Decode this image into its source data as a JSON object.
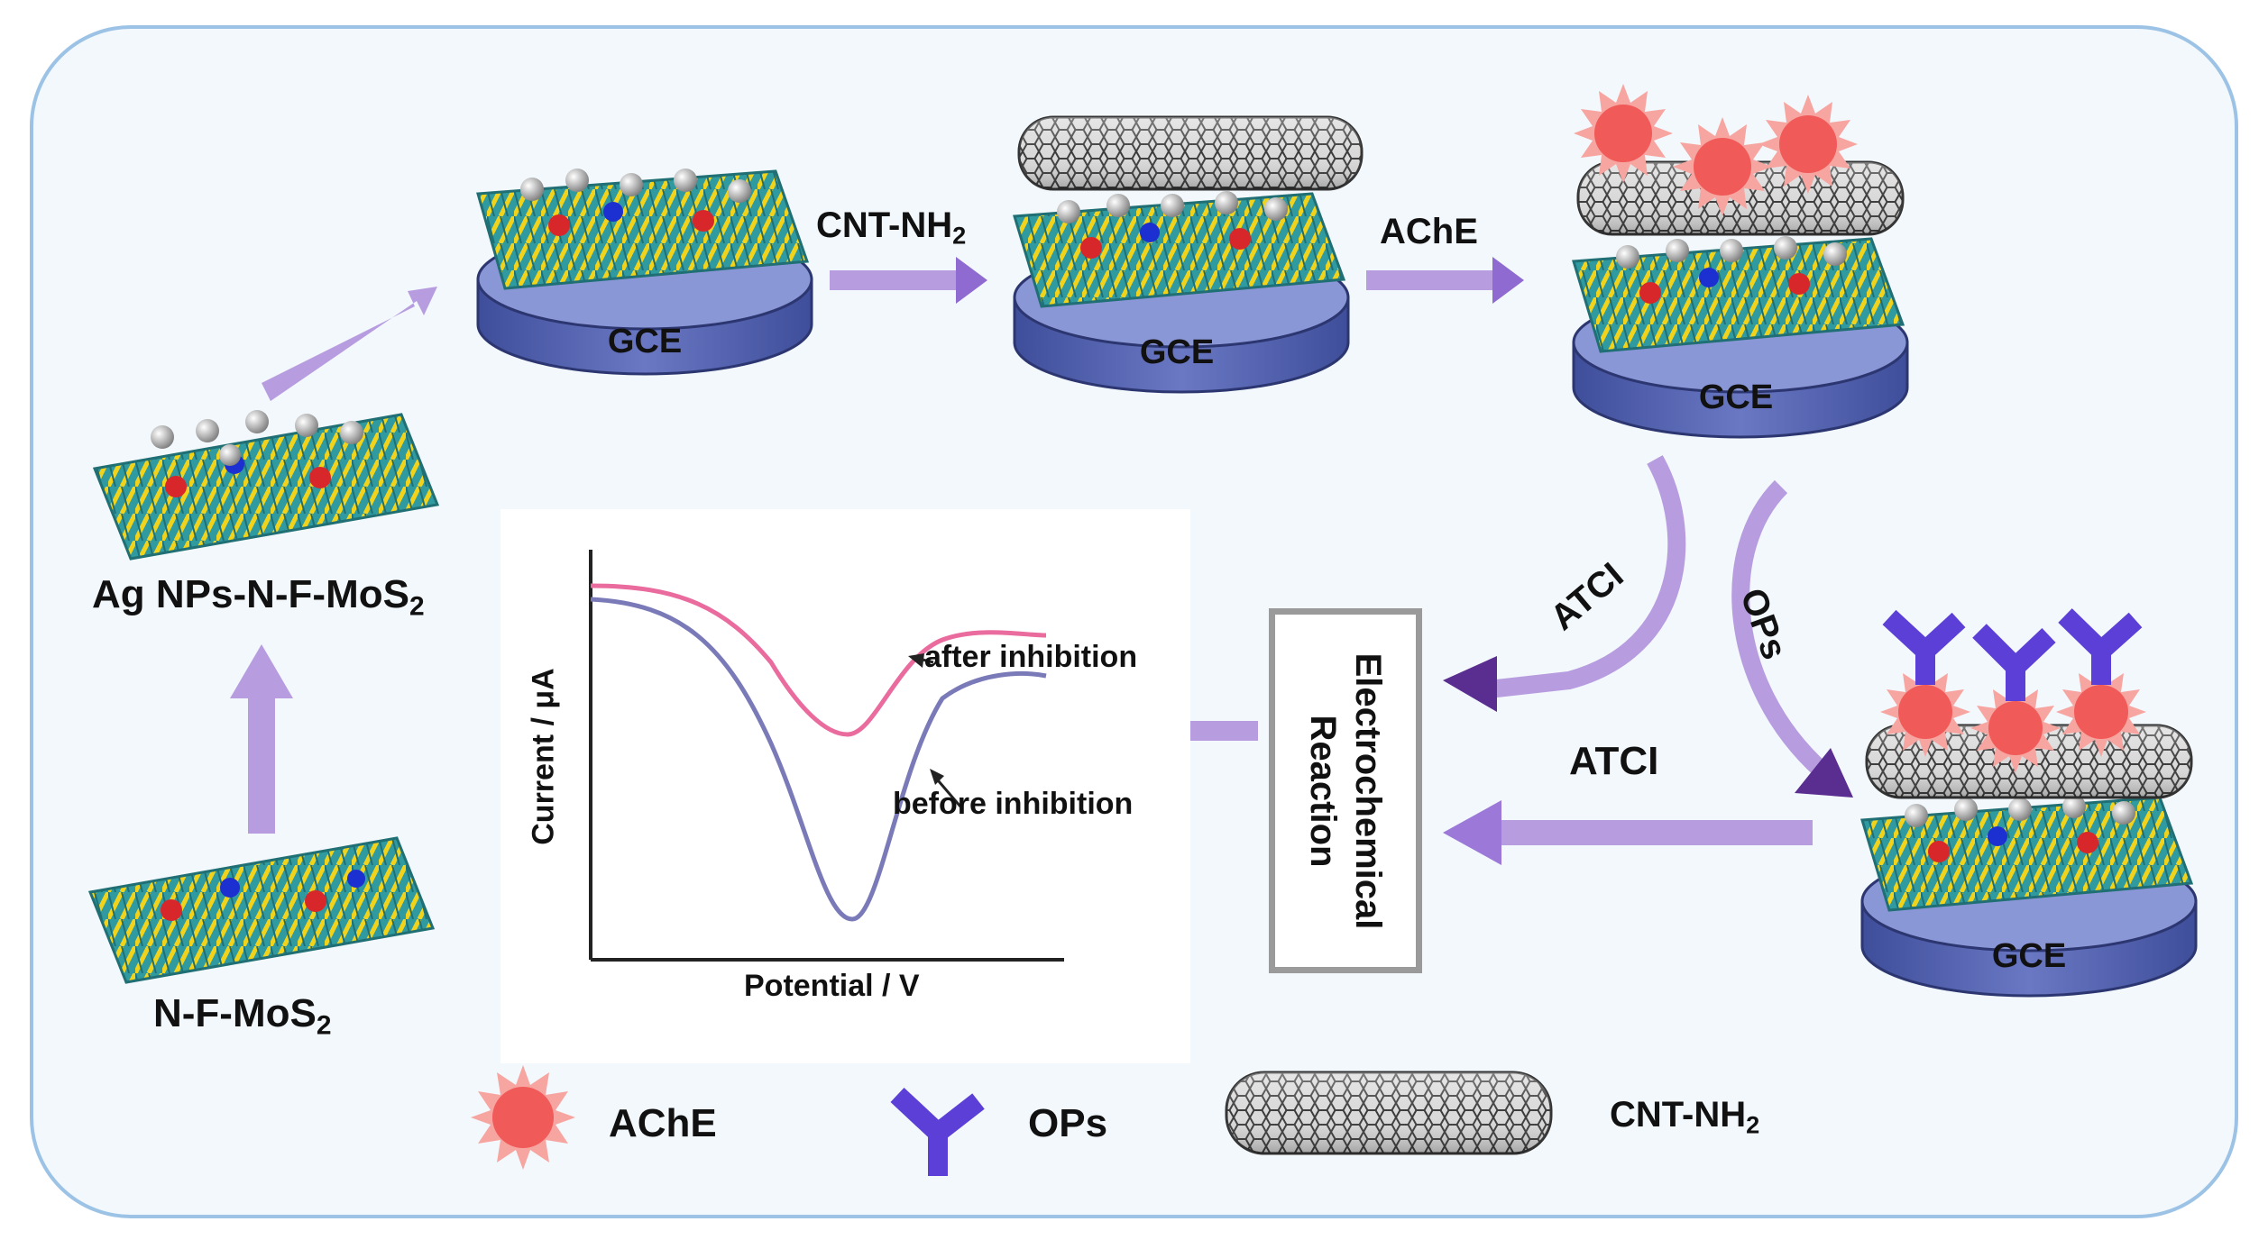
{
  "materials": {
    "nf_mos2": {
      "name": "N-F-MoS",
      "sub": "2"
    },
    "ag_nps_nf_mos2": {
      "name": "Ag NPs-N-F-MoS",
      "sub": "2"
    }
  },
  "electrode_label": "GCE",
  "steps": {
    "cnt_nh2": {
      "name": "CNT-NH",
      "sub": "2"
    },
    "ache": "AChE",
    "atci_curved": "ATCI",
    "ops_curved": "OPs",
    "atci_straight": "ATCI"
  },
  "reaction_box": {
    "line1": "Electrochemical",
    "line2": "Reaction"
  },
  "plot": {
    "xlabel": "Potential / V",
    "ylabel": "Current / μA",
    "curve_after": "after inhibition",
    "curve_before": "before inhibition"
  },
  "legend": {
    "ache": "AChE",
    "ops": "OPs",
    "cnt": {
      "name": "CNT-NH",
      "sub": "2"
    }
  },
  "colors": {
    "arrow": "#b79ce0",
    "arrow_dark": "#5a2d91",
    "electrode_top": "#7f8ed0",
    "electrode_side": "#4a5aa6",
    "ache": "#f05a58",
    "ops": "#5b3fd6",
    "curve_after": "#ea6b9d",
    "curve_before": "#7a7ab8",
    "frame": "#9cc3e6",
    "background": "#f2f8fc"
  }
}
